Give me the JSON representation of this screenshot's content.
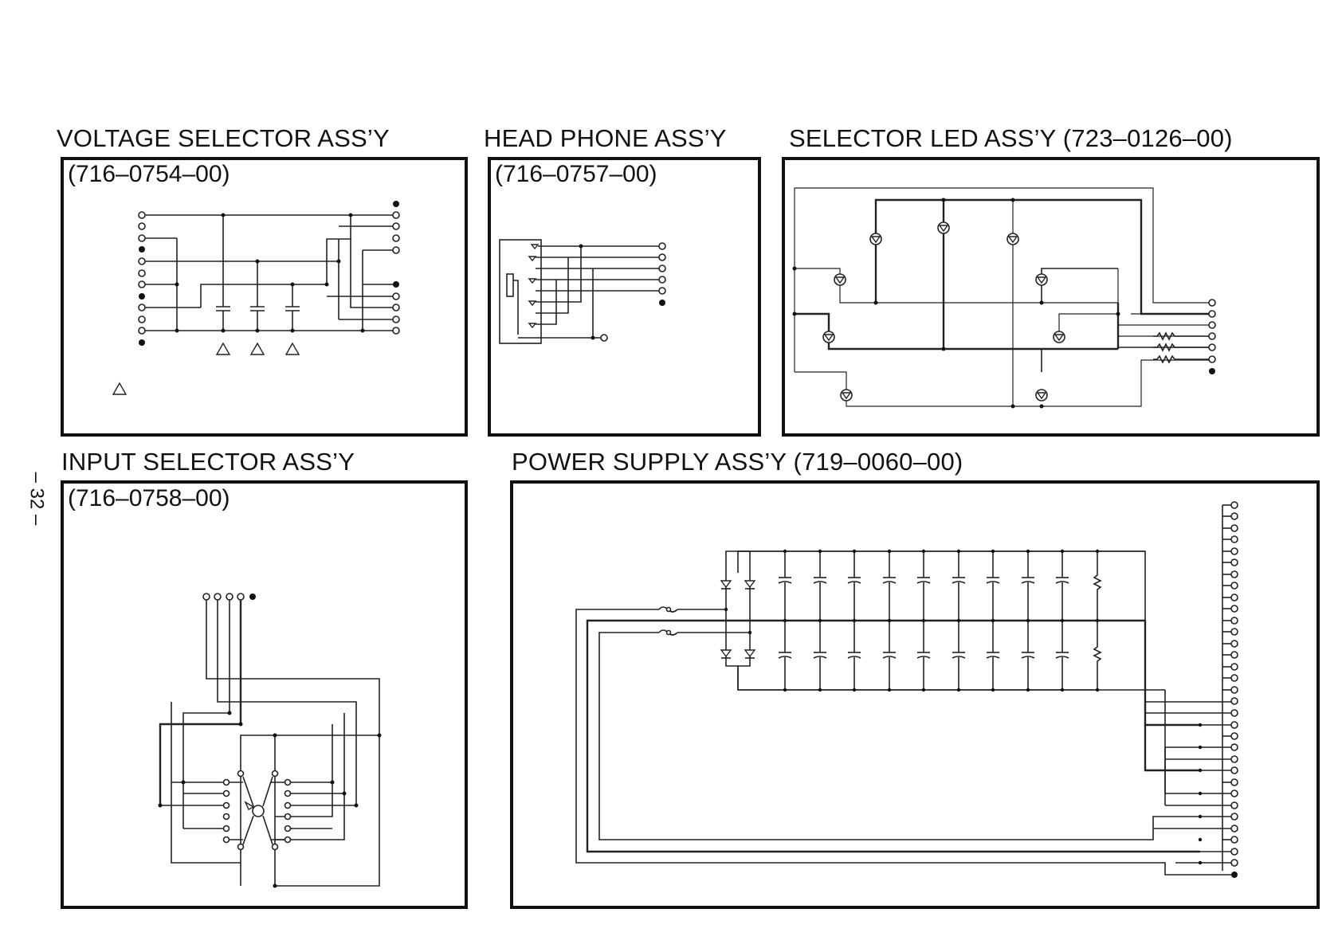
{
  "page_number": "– 32 –",
  "panels": {
    "voltage_selector": {
      "title": "VOLTAGE SELECTOR ASS’Y",
      "part_no": "(716–0754–00)"
    },
    "head_phone": {
      "title": "HEAD PHONE ASS’Y",
      "part_no": "(716–0757–00)"
    },
    "selector_led": {
      "title": "SELECTOR LED ASS’Y (723–0126–00)"
    },
    "input_selector": {
      "title": "INPUT SELECTOR ASS’Y",
      "part_no": "(716–0758–00)"
    },
    "power_supply": {
      "title": "POWER SUPPLY ASS’Y (719–0060–00)"
    }
  }
}
